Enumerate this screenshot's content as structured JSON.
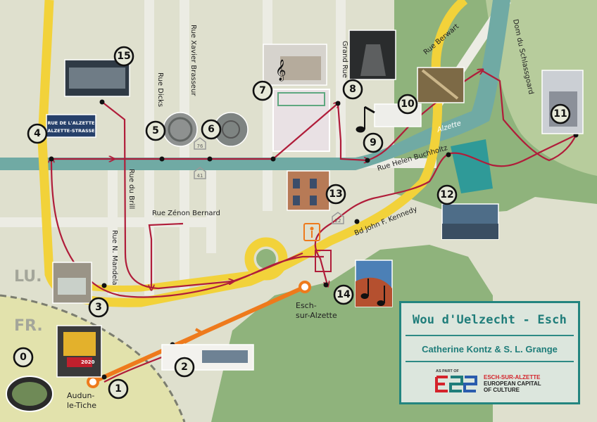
{
  "map": {
    "border_labels": {
      "luxembourg": "LU.",
      "france": "FR."
    },
    "streets": [
      {
        "id": "xavier",
        "label": "Rue Xavier Brasseur"
      },
      {
        "id": "dicks",
        "label": "Rue Dicks"
      },
      {
        "id": "grand",
        "label": "Grand Rue"
      },
      {
        "id": "berwart",
        "label": "Rue Berwart"
      },
      {
        "id": "schlass",
        "label": "Dom du Schlassgoard"
      },
      {
        "id": "helen",
        "label": "Rue Helen Buchholtz"
      },
      {
        "id": "brill",
        "label": "Rue du Brill"
      },
      {
        "id": "zenon",
        "label": "Rue Zénon Bernard"
      },
      {
        "id": "mandela",
        "label": "Rue N. Mandela"
      },
      {
        "id": "kennedy",
        "label": "Bd John F. Kennedy"
      }
    ],
    "river_label": "Alzette",
    "route_numbers": {
      "r76": "76",
      "r41": "41",
      "r22": "22"
    },
    "places": {
      "esch": [
        "Esch-",
        "sur-Alzette"
      ],
      "audun": [
        "Audun-",
        "le-Tiche"
      ]
    },
    "stations": [
      "0",
      "1",
      "2",
      "3",
      "4",
      "5",
      "6",
      "7",
      "8",
      "9",
      "10",
      "11",
      "12",
      "13",
      "14",
      "15"
    ],
    "photo_caption_rue_alzette": [
      "RUE DE L'ALZETTE",
      "ALZETTE-STRASSE"
    ],
    "train_number": "2020"
  },
  "title_box": {
    "title": "Wou d'Uelzecht - Esch",
    "authors": "Catherine Kontz & S. L. Grange",
    "as_part_of": "AS PART OF",
    "ecoc": [
      "ESCH-SUR-ALZETTE",
      "EUROPEAN CAPITAL",
      "OF CULTURE"
    ]
  },
  "colors": {
    "background": "#dfe0ce",
    "street_gray": "#ecece4",
    "green_area": "#8fb37c",
    "river": "#70aaa4",
    "yellow_road": "#f2d23a",
    "route_red": "#b01d3a",
    "train_orange": "#ee7a1c",
    "france_area": "#e2e2ac",
    "teal": "#1f7d7a"
  }
}
